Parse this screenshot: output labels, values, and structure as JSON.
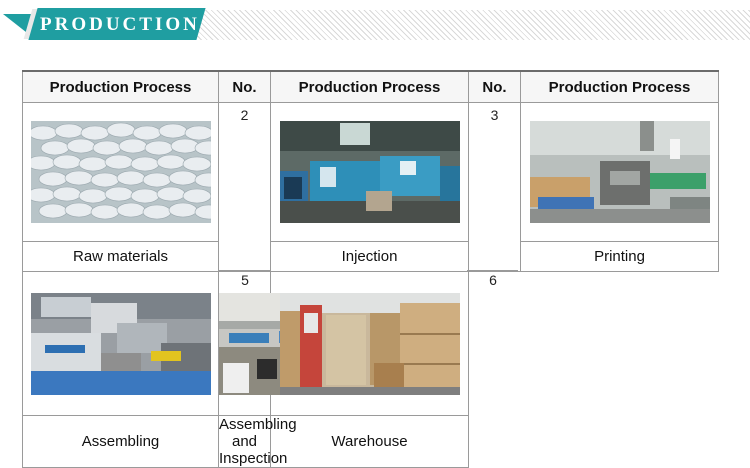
{
  "banner": {
    "title": "PRODUCTION"
  },
  "table": {
    "headers": [
      "Production Process",
      "No.",
      "Production Process",
      "No.",
      "Production Process"
    ],
    "rows": [
      {
        "number_a": "2",
        "number_b": "3",
        "items": [
          {
            "caption": "Raw materials",
            "photo": "raw-materials-photo"
          },
          {
            "caption": "Injection",
            "photo": "injection-photo"
          },
          {
            "caption": "Printing",
            "photo": "printing-photo"
          }
        ]
      },
      {
        "number_a": "5",
        "number_b": "6",
        "items": [
          {
            "caption": "Assembling",
            "photo": "assembling-photo"
          },
          {
            "caption": "Assembling and Inspection",
            "photo": "assembling-inspection-photo"
          },
          {
            "caption": "Warehouse",
            "photo": "warehouse-photo"
          }
        ]
      }
    ]
  },
  "colors": {
    "banner": "#1f9ea1",
    "border": "#9a9a9a"
  }
}
